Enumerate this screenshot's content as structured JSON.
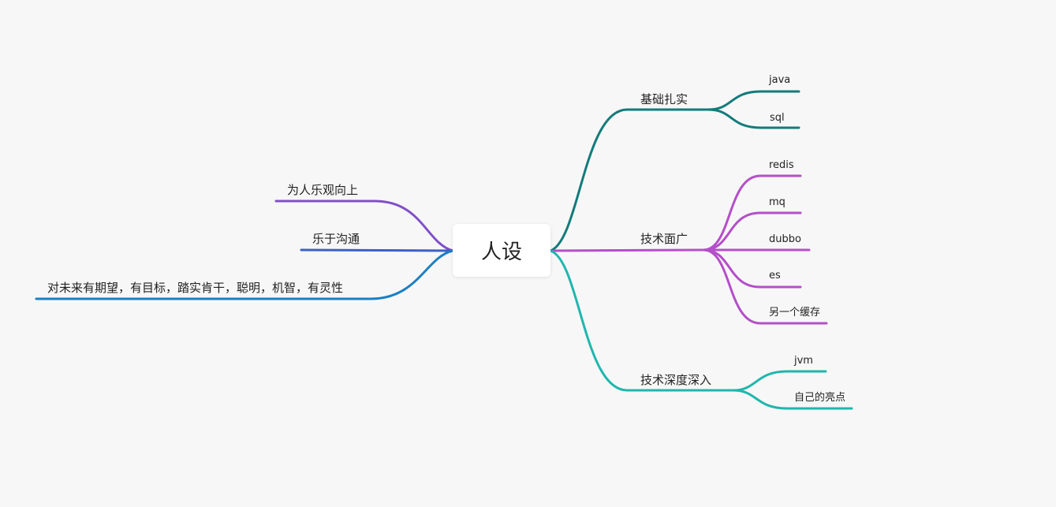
{
  "mindmap": {
    "root": "人设",
    "colors": {
      "teal": "#137b7b",
      "purple": "#b44fc9",
      "cyan": "#1eb7ad",
      "violet": "#8050c8",
      "blue": "#3d60c4",
      "blue_light": "#1a7fc4"
    },
    "right": [
      {
        "label": "基础扎实",
        "children": [
          "java",
          "sql"
        ]
      },
      {
        "label": "技术面广",
        "children": [
          "redis",
          "mq",
          "dubbo",
          "es",
          "另一个缓存"
        ]
      },
      {
        "label": "技术深度深入",
        "children": [
          "jvm",
          "自己的亮点"
        ]
      }
    ],
    "left": [
      {
        "label": "为人乐观向上"
      },
      {
        "label": "乐于沟通"
      },
      {
        "label": "对未来有期望，有目标，踏实肯干，聪明，机智，有灵性"
      }
    ]
  }
}
